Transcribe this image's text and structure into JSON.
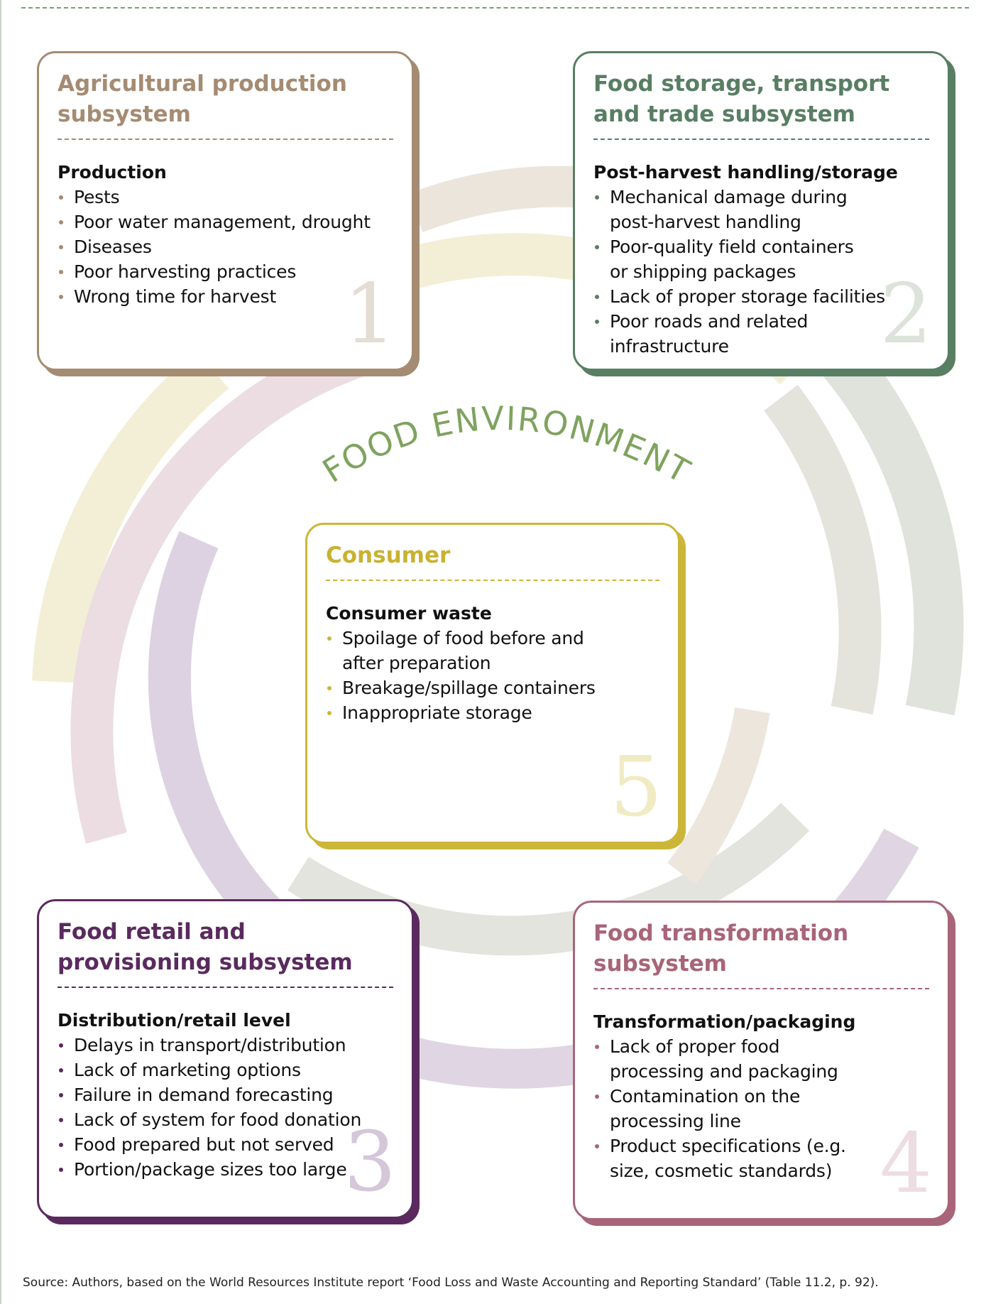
{
  "center_label": "FOOD ENVIRONMENT",
  "colors": {
    "agricultural": "#a48b72",
    "storage": "#587e63",
    "consumer": "#ccb638",
    "retail": "#5a2a5e",
    "transformation": "#a86479",
    "environment_text": "#7ea35e"
  },
  "boxes": {
    "agricultural": {
      "title_line1": "Agricultural production",
      "title_line2": "subsystem",
      "subtitle": "Production",
      "items": [
        "Pests",
        "Poor water management, drought",
        "Diseases",
        "Poor harvesting practices",
        "Wrong time for harvest"
      ],
      "number": "1"
    },
    "storage": {
      "title_line1": "Food storage, transport",
      "title_line2": "and trade subsystem",
      "subtitle": "Post-harvest handling/storage",
      "items": [
        {
          "l1": "Mechanical damage during",
          "l2": "post-harvest handling"
        },
        {
          "l1": "Poor-quality field containers",
          "l2": "or shipping packages"
        },
        {
          "l1": "Lack of proper storage facilities",
          "l2": ""
        },
        {
          "l1": "Poor roads and related",
          "l2": "infrastructure"
        }
      ],
      "number": "2"
    },
    "consumer": {
      "title_line1": "Consumer",
      "subtitle": "Consumer waste",
      "items": [
        {
          "l1": "Spoilage of food before and",
          "l2": "after preparation"
        },
        {
          "l1": "Breakage/spillage containers",
          "l2": ""
        },
        {
          "l1": "Inappropriate storage",
          "l2": ""
        }
      ],
      "number": "5"
    },
    "retail": {
      "title_line1": "Food retail and",
      "title_line2": "provisioning subsystem",
      "subtitle": "Distribution/retail level",
      "items": [
        "Delays in transport/distribution",
        "Lack of marketing options",
        "Failure in demand forecasting",
        "Lack of system for food donation",
        "Food prepared but not served",
        "Portion/package sizes too large"
      ],
      "number": "3"
    },
    "transformation": {
      "title_line1": "Food transformation",
      "title_line2": "subsystem",
      "subtitle": "Transformation/packaging",
      "items": [
        {
          "l1": "Lack of proper food",
          "l2": "processing and packaging"
        },
        {
          "l1": "Contamination on the",
          "l2": "processing line"
        },
        {
          "l1": "Product specifications (e.g.",
          "l2": "size, cosmetic standards)"
        }
      ],
      "number": "4"
    }
  },
  "source": "Source: Authors, based on the World Resources Institute report ‘Food Loss and Waste Accounting and Reporting Standard’ (Table 11.2, p. 92)."
}
